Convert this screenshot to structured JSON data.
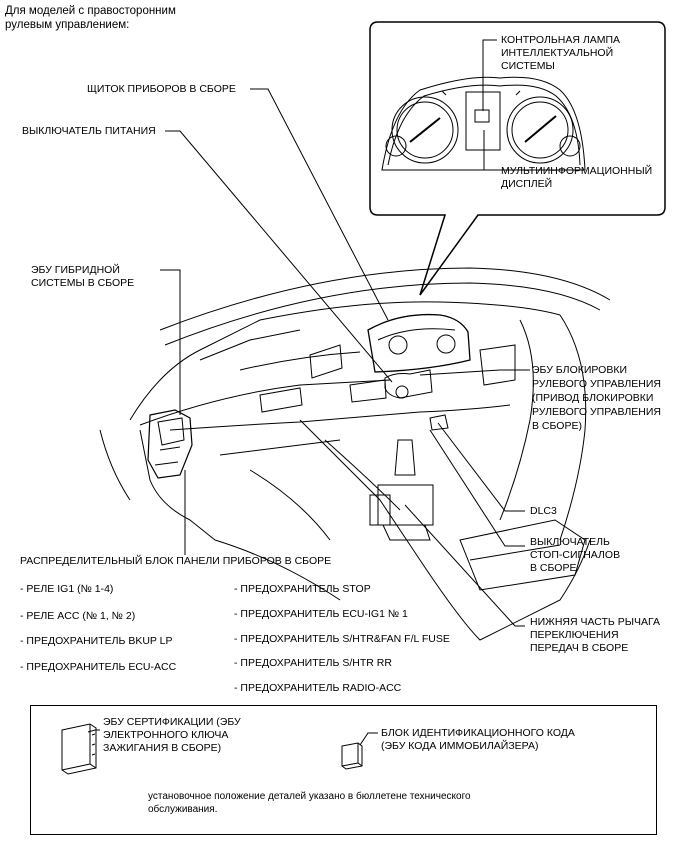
{
  "header": {
    "line1": "Для моделей с правосторонним",
    "line2": "рулевым управлением:"
  },
  "labels": {
    "indicator_line1": "КОНТРОЛЬНАЯ ЛАМПА",
    "indicator_line2": "ИНТЕЛЛЕКТУАЛЬНОЙ",
    "indicator_line3": "СИСТЕМЫ",
    "mid_line1": "МУЛЬТИИНФОРМАЦИОННЫЙ",
    "mid_line2": "ДИСПЛЕЙ",
    "combination_meter": "ЩИТОК ПРИБОРОВ В СБОРЕ",
    "power_switch": "ВЫКЛЮЧАТЕЛЬ ПИТАНИЯ",
    "hybrid_ecu_line1": "ЭБУ ГИБРИДНОЙ",
    "hybrid_ecu_line2": "СИСТЕМЫ В СБОРЕ",
    "steering_lock_line1": "ЭБУ БЛОКИРОВКИ",
    "steering_lock_line2": "РУЛЕВОГО УПРАВЛЕНИЯ",
    "steering_lock_line3": "(ПРИВОД БЛОКИРОВКИ",
    "steering_lock_line4": "РУЛЕВОГО УПРАВЛЕНИЯ",
    "steering_lock_line5": "В СБОРЕ)",
    "dlc3": "DLC3",
    "stop_switch_line1": "ВЫКЛЮЧАТЕЛЬ",
    "stop_switch_line2": "СТОП-СИГНАЛОВ",
    "stop_switch_line3": "В СБОРЕ",
    "shift_line1": "НИЖНЯЯ ЧАСТЬ РЫЧАГА",
    "shift_line2": "ПЕРЕКЛЮЧЕНИЯ",
    "shift_line3": "ПЕРЕДАЧ В СБОРЕ",
    "junction_block": "РАСПРЕДЕЛИТЕЛЬНЫЙ БЛОК ПАНЕЛИ ПРИБОРОВ В СБОРЕ"
  },
  "junction_items_left": [
    "- РЕЛЕ IG1 (№ 1-4)",
    "- РЕЛЕ ACC (№ 1, № 2)",
    "- ПРЕДОХРАНИТЕЛЬ BKUP LP",
    "- ПРЕДОХРАНИТЕЛЬ ECU-ACC"
  ],
  "junction_items_right": [
    "- ПРЕДОХРАНИТЕЛЬ STOP",
    "- ПРЕДОХРАНИТЕЛЬ ECU-IG1 № 1",
    "- ПРЕДОХРАНИТЕЛЬ S/HTR&FAN F/L FUSE",
    "- ПРЕДОХРАНИТЕЛЬ S/HTR RR",
    "- ПРЕДОХРАНИТЕЛЬ RADIO-ACC"
  ],
  "note_box": {
    "cert_ecu_line1": "ЭБУ СЕРТИФИКАЦИИ (ЭБУ",
    "cert_ecu_line2": "ЭЛЕКТРОННОГО КЛЮЧА",
    "cert_ecu_line3": "ЗАЖИГАНИЯ В СБОРЕ)",
    "id_box_line1": "БЛОК ИДЕНТИФИКАЦИОННОГО КОДА",
    "id_box_line2": "(ЭБУ КОДА ИММОБИЛАЙЗЕРА)",
    "note_line1": "установочное положение деталей указано в бюллетене технического",
    "note_line2": "обслуживания."
  }
}
